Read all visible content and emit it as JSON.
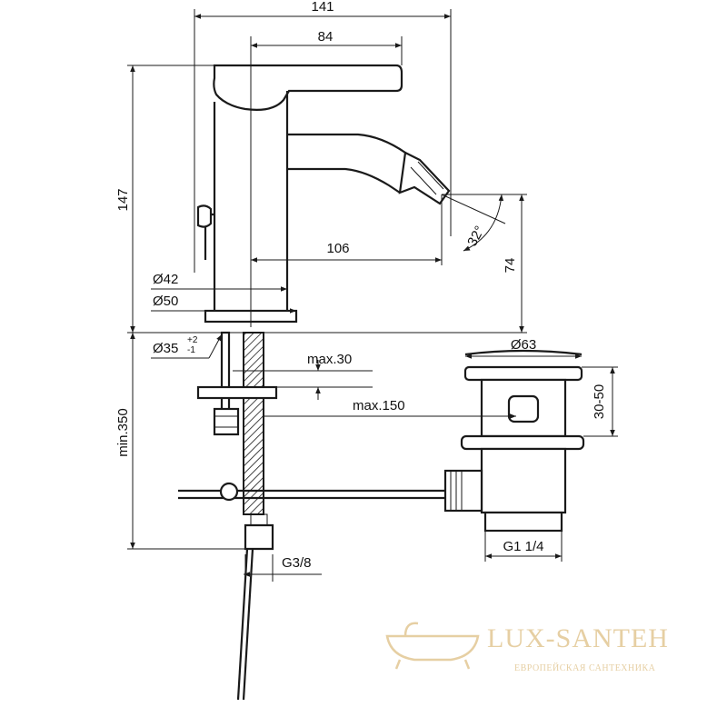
{
  "dimensions": {
    "total_width": "141",
    "lever_width": "84",
    "total_height": "147",
    "spout_angle": "32°",
    "spout_reach": "106",
    "spout_height": "74",
    "body_diameter": "Ø42",
    "base_diameter": "Ø50",
    "hole_diameter": "Ø35",
    "hole_tol_plus": "+2",
    "hole_tol_minus": "-1",
    "max_thickness": "max.30",
    "max_length": "max.150",
    "min_height": "min.350",
    "connection_thread": "G3/8",
    "waste_diameter": "Ø63",
    "waste_height": "30-50",
    "waste_thread": "G1 1/4"
  },
  "watermark": {
    "brand": "LUX-SANTEH",
    "tagline": "ЕВРОПЕЙСКАЯ САНТЕХНИКА"
  }
}
